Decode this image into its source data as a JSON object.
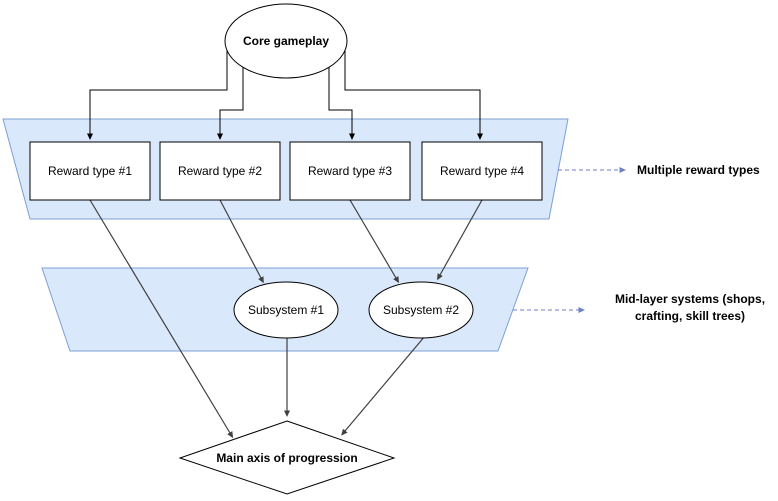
{
  "nodes": {
    "core": "Core gameplay",
    "reward_types": [
      "Reward type #1",
      "Reward type #2",
      "Reward type #3",
      "Reward type #4"
    ],
    "subsystems": [
      "Subsystem #1",
      "Subsystem #2"
    ],
    "progression": "Main axis of progression"
  },
  "annotations": {
    "reward_note": "Multiple reward types",
    "midlayer_note_line1": "Mid-layer systems (shops,",
    "midlayer_note_line2": "crafting, skill trees)"
  },
  "colors": {
    "band_fill": "#dae8fc",
    "band_stroke": "#7d9fd3",
    "node_fill": "#ffffff",
    "node_stroke": "#000000",
    "connector": "#000000",
    "diagonal_arrow": "#404040",
    "dashed_arrow": "#6b82c4",
    "text": "#000000"
  }
}
